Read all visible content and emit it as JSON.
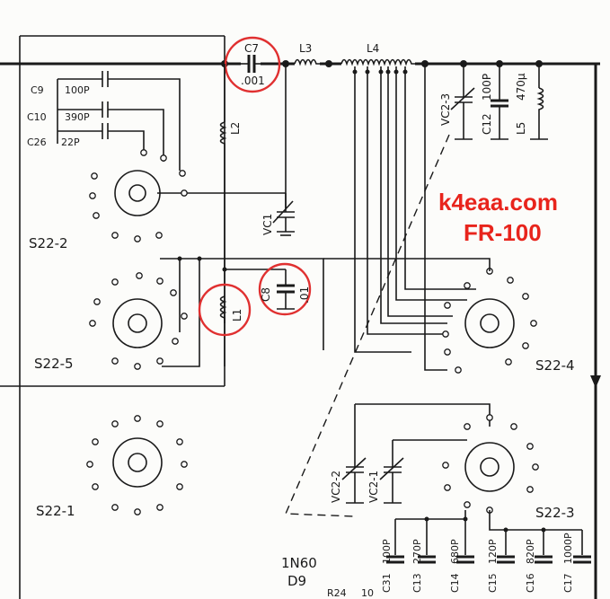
{
  "watermark": {
    "site": "k4eaa.com",
    "model": "FR-100",
    "color": "#e8241c"
  },
  "highlight_color": "#e03030",
  "switches": {
    "s22_2": "S22-2",
    "s22_5": "S22-5",
    "s22_1": "S22-1",
    "s22_4": "S22-4",
    "s22_3": "S22-3"
  },
  "components": {
    "c7": "C7",
    "c7_val": ".001",
    "l3": "L3",
    "l4": "L4",
    "c9": "C9",
    "c9_val": "100P",
    "c10": "C10",
    "c10_val": "390P",
    "c26": "C26",
    "c26_val": "22P",
    "l2": "L2",
    "vc1": "VC1",
    "c8": "C8",
    "c8_val": ".01",
    "l1": "L1",
    "vc2_3": "VC2-3",
    "c12": "C12",
    "c12_val": "100P",
    "l5": "L5",
    "l5_val": "470μ",
    "vc2_2": "VC2-2",
    "vc2_1": "VC2-1",
    "c31": "C31",
    "c31_val": "100P",
    "c13": "C13",
    "c13_val": "270P",
    "c14": "C14",
    "c14_val": "680P",
    "c15": "C15",
    "c15_val": "120P",
    "c16": "C16",
    "c16_val": "820P",
    "c17": "C17",
    "c17_val": "1000P",
    "diode": "1N60",
    "d9": "D9",
    "r24": "R24",
    "r24_val": "10"
  }
}
